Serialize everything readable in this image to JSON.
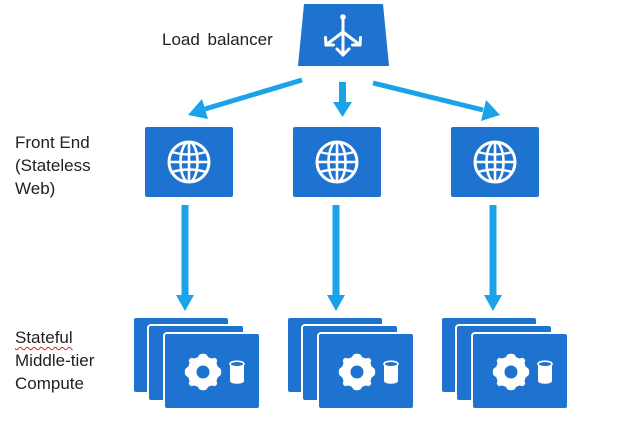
{
  "labels": {
    "load_balancer": "Load balancer",
    "front_end": [
      "Front End",
      "(Stateless",
      "Web)"
    ],
    "stateful": [
      "Stateful",
      "Middle-tier",
      "Compute"
    ]
  },
  "colors": {
    "tile_fill": "#1e73d0",
    "tile_stroke": "#ffffff",
    "arrow": "#1aa3e8",
    "icon": "#ffffff"
  },
  "icons": {
    "load_balancer": "load-balancer-icon",
    "web": "globe-icon",
    "compute": "gear-icon",
    "storage": "database-icon"
  }
}
